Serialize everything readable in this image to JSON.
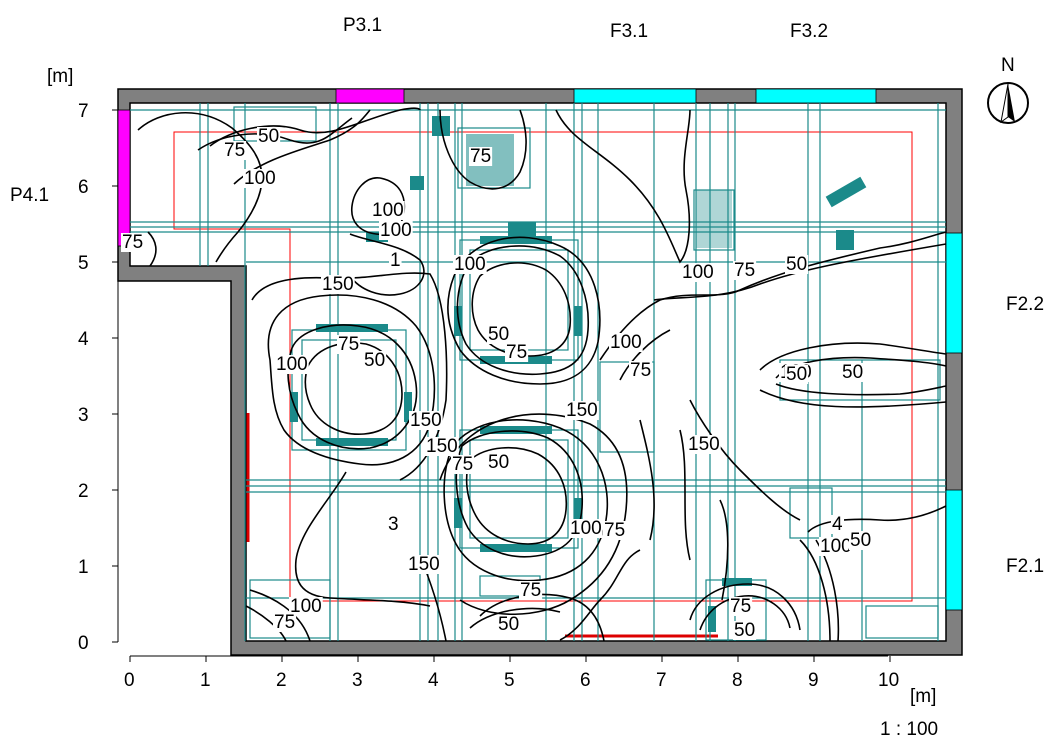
{
  "labels": {
    "P3_1": "P3.1",
    "F3_1": "F3.1",
    "F3_2": "F3.2",
    "P4_1": "P4.1",
    "F2_2": "F2.2",
    "F2_1": "F2.1",
    "north": "N",
    "unit_y": "[m]",
    "unit_x": "[m]",
    "scale": "1 : 100"
  },
  "axis": {
    "x_ticks": [
      "0",
      "1",
      "2",
      "3",
      "4",
      "5",
      "6",
      "7",
      "8",
      "9",
      "10"
    ],
    "y_ticks": [
      "0",
      "1",
      "2",
      "3",
      "4",
      "5",
      "6",
      "7"
    ]
  },
  "contour_labels": [
    {
      "text": "50",
      "id": "c1"
    },
    {
      "text": "75",
      "id": "c2"
    },
    {
      "text": "100",
      "id": "c3"
    },
    {
      "text": "100",
      "id": "c4"
    },
    {
      "text": "75",
      "id": "c5"
    },
    {
      "text": "150",
      "id": "c6"
    },
    {
      "text": "1",
      "id": "c7"
    },
    {
      "text": "100",
      "id": "c8"
    },
    {
      "text": "50",
      "id": "c9"
    },
    {
      "text": "75",
      "id": "c10"
    },
    {
      "text": "100",
      "id": "c11"
    },
    {
      "text": "75",
      "id": "c12"
    },
    {
      "text": "50",
      "id": "c13"
    },
    {
      "text": "100",
      "id": "c14"
    },
    {
      "text": "75",
      "id": "c15"
    },
    {
      "text": "50",
      "id": "c16"
    },
    {
      "text": "150",
      "id": "c17"
    },
    {
      "text": "100",
      "id": "c18"
    },
    {
      "text": "75",
      "id": "c19"
    },
    {
      "text": "150",
      "id": "c20"
    },
    {
      "text": "100",
      "id": "c21"
    },
    {
      "text": "50",
      "id": "c22"
    },
    {
      "text": "150",
      "id": "c23"
    },
    {
      "text": "75",
      "id": "c24"
    },
    {
      "text": "50",
      "id": "c25"
    },
    {
      "text": "3",
      "id": "c26"
    },
    {
      "text": "150",
      "id": "c27"
    },
    {
      "text": "100",
      "id": "c28"
    },
    {
      "text": "75",
      "id": "c29"
    },
    {
      "text": "150",
      "id": "c30"
    },
    {
      "text": "75",
      "id": "c31"
    },
    {
      "text": "100",
      "id": "c32"
    },
    {
      "text": "75",
      "id": "c33"
    },
    {
      "text": "50",
      "id": "c34"
    },
    {
      "text": "75",
      "id": "c35"
    },
    {
      "text": "50",
      "id": "c36"
    },
    {
      "text": "4",
      "id": "c37"
    },
    {
      "text": "100",
      "id": "c38"
    },
    {
      "text": "50",
      "id": "c39"
    },
    {
      "text": "100",
      "id": "c40"
    },
    {
      "text": "75",
      "id": "c41"
    },
    {
      "text": "50",
      "id": "c42"
    }
  ],
  "colors": {
    "wall": "#808080",
    "window": "#00ffff",
    "door": "#ff00ff",
    "luminaire": "#1b8a8a",
    "workplane": "#ff0000",
    "contour": "#000000"
  }
}
